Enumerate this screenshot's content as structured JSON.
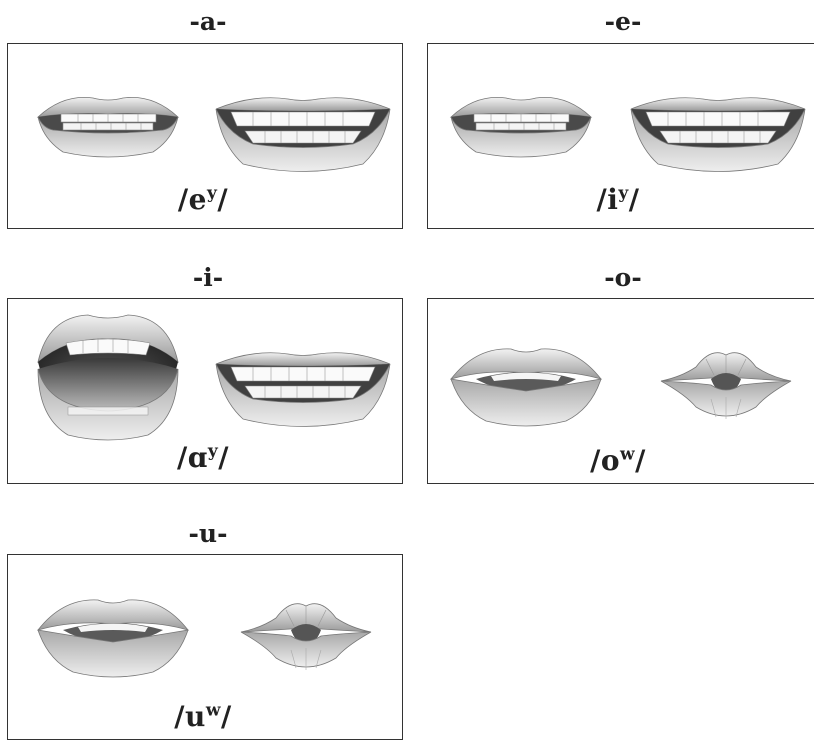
{
  "panels": [
    {
      "heading": "-a-",
      "ipa_base": "e",
      "ipa_sup": "y",
      "mouths": [
        "smile-closed",
        "grin"
      ]
    },
    {
      "heading": "-e-",
      "ipa_base": "i",
      "ipa_sup": "y",
      "mouths": [
        "smile-closed",
        "grin"
      ]
    },
    {
      "heading": "-i-",
      "ipa_base": "ɑ",
      "ipa_sup": "y",
      "mouths": [
        "open-wide",
        "grin"
      ]
    },
    {
      "heading": "-o-",
      "ipa_base": "o",
      "ipa_sup": "w",
      "mouths": [
        "lips-rounded-open",
        "lips-pursed"
      ]
    },
    {
      "heading": "-u-",
      "ipa_base": "u",
      "ipa_sup": "w",
      "mouths": [
        "lips-rounded-open",
        "lips-pursed"
      ]
    }
  ]
}
